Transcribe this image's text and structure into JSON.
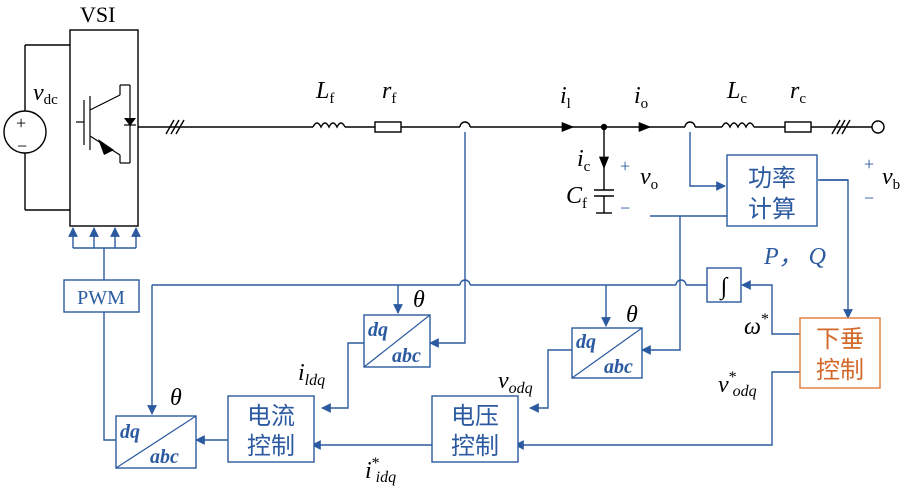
{
  "colors": {
    "circuit": "#000000",
    "control": "#2b5aa0",
    "droop": "#e07a3a",
    "droop_text": "#d2692a"
  },
  "vsi": {
    "title": "VSI"
  },
  "source": {
    "v": "v",
    "v_sub": "dc",
    "plus": "+",
    "minus": "−"
  },
  "filter": {
    "Lf": "L",
    "Lf_sub": "f",
    "rf": "r",
    "rf_sub": "f",
    "il": "i",
    "il_sub": "l",
    "io": "i",
    "io_sub": "o",
    "Lc": "L",
    "Lc_sub": "c",
    "rc": "r",
    "rc_sub": "c",
    "ic": "i",
    "ic_sub": "c",
    "Cf": "C",
    "Cf_sub": "f",
    "vo": "v",
    "vo_sub": "o",
    "vo_plus": "+",
    "vo_minus": "−",
    "vb": "v",
    "vb_sub": "b",
    "vb_plus": "+",
    "vb_minus": "−"
  },
  "blocks": {
    "power_calc": [
      "功率",
      "计算"
    ],
    "droop": [
      "下垂",
      "控制"
    ],
    "voltage_ctrl": [
      "电压",
      "控制"
    ],
    "current_ctrl": [
      "电流",
      "控制"
    ],
    "pwm": "PWM",
    "integrator": "∫",
    "dq_top": "dq",
    "dq_bottom": "abc"
  },
  "signals": {
    "PQ": "P， Q",
    "omega": "ω",
    "omega_sup": "*",
    "vodq_ref": "v",
    "vodq_ref_sup": "*",
    "vodq_ref_sub": "odq",
    "vodq": "v",
    "vodq_sub": "odq",
    "ildq": "i",
    "ildq_sub": "ldq",
    "iidq_ref": "i",
    "iidq_ref_sup": "*",
    "iidq_ref_sub": "idq",
    "theta": "θ"
  }
}
